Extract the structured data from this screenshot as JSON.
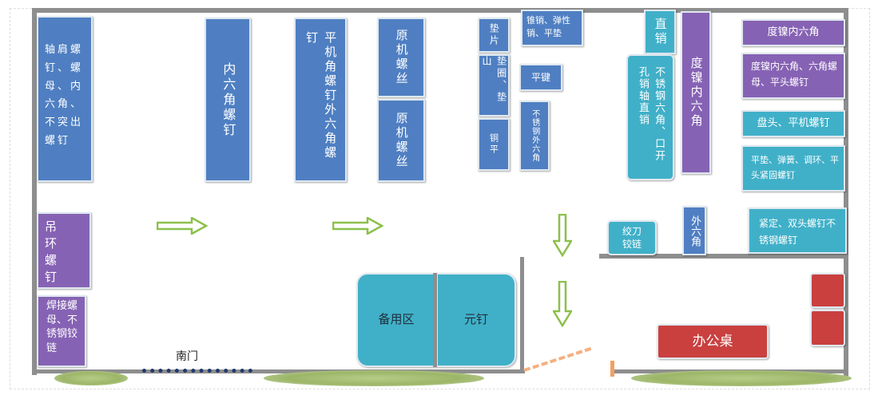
{
  "doors": {
    "south_door": "南门"
  },
  "areas": {
    "shoulder_screws": "轴肩螺钉、螺母、内六角、不突出螺钉",
    "hex_socket_screws": "内六角螺钉",
    "flat_machine_screws": "平机角螺钉外六角螺钉",
    "original_screws_1": "原机螺丝",
    "original_screws_2": "原机螺丝",
    "gasket": "垫片",
    "washer": "垫圈、垫山",
    "copper_flat": "铜平",
    "taper_pin": "锥销、弹性销、平垫",
    "flat_key": "平键",
    "stainless_hex": "不锈钢外六角",
    "straight_pin": "直销",
    "stainless_pins": "不锈钢六角、口开孔销轴直销",
    "nickel_hex_vertical": "度镍内六角",
    "nickel_hex_horizontal": "度镍内六角",
    "nickel_hex_nuts": "度镍内六角、六角螺母、平头螺钉",
    "pan_head": "盘头、平机螺钉",
    "flat_washer_set": "平垫、弹簧、调环、平头紧固螺钉",
    "eye_bolt": "吊环螺钉",
    "weld_nut": "焊接螺母、不锈钢铰链",
    "reamer": "绞刀铰链",
    "outer_hex": "外六角",
    "set_screws": "紧定、双头螺钉不锈钢螺钉",
    "spare_area": "备用区",
    "rivets": "元钉",
    "office_desk": "办公桌"
  },
  "colors": {
    "blue": "#4f7fc2",
    "cyan": "#40b0c8",
    "purple": "#8662b4",
    "red": "#c9403f",
    "arrow": "#8cc04a",
    "wall": "#8e8e8e"
  }
}
